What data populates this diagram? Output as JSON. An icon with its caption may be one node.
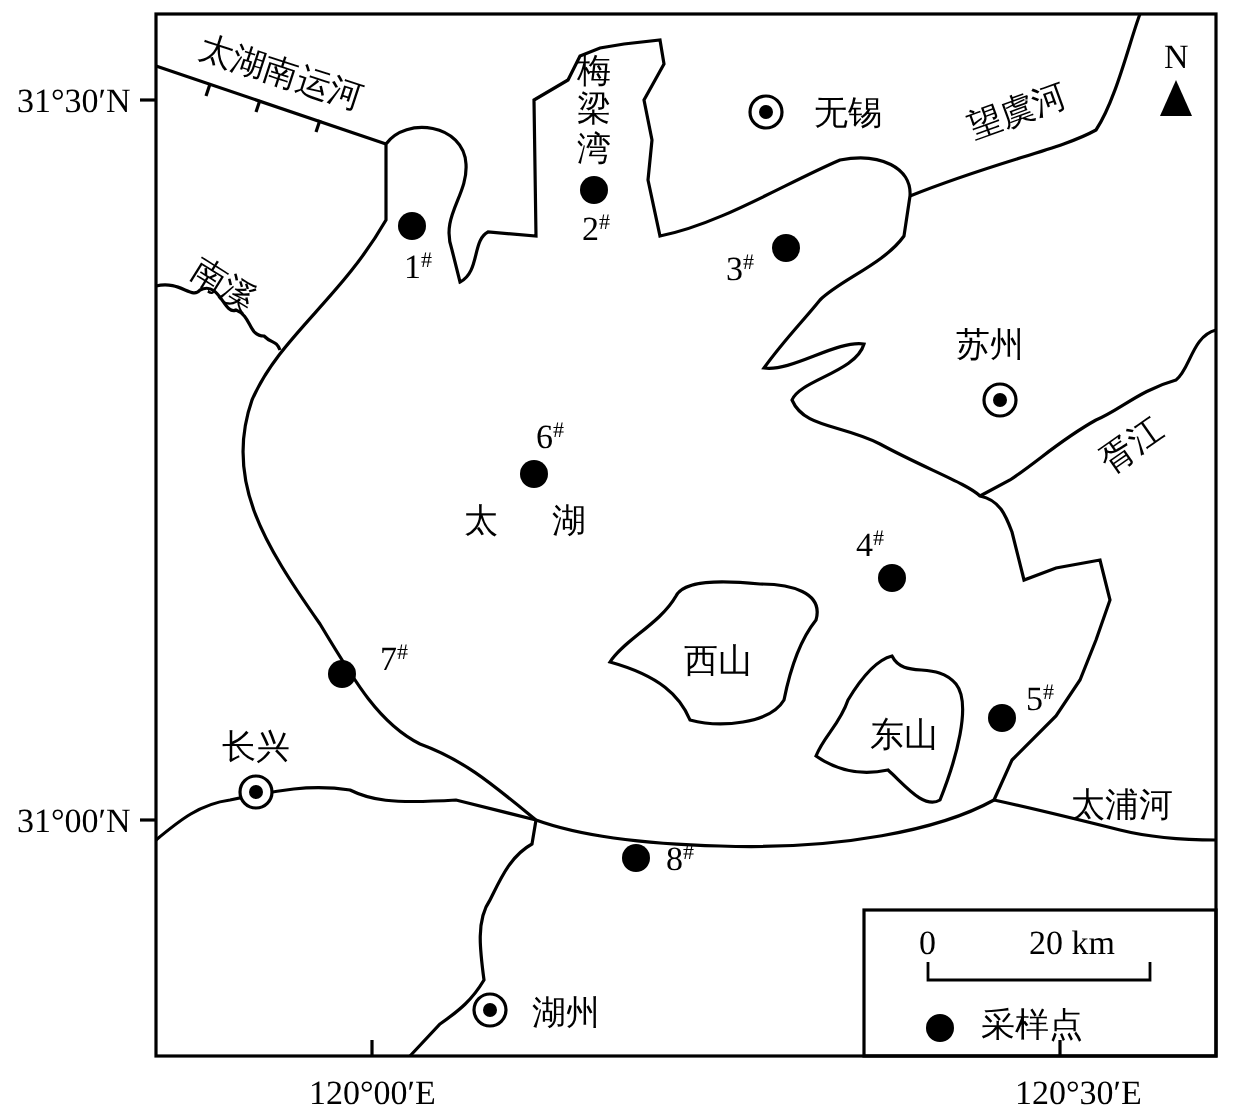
{
  "diagram": {
    "labels": [
      "31°30′N",
      "太湖南运河",
      "梅梁湾",
      "无锡",
      "望虞河",
      "N",
      "1$^{#}$",
      "2$^{#}$",
      "3$^{#}$",
      "南溪",
      "苏州",
      "6$^{#}$",
      "胥江",
      "太湖",
      "4$^{#}$",
      "西山",
      "7$^{#}$",
      "东山",
      "5$^{#}$",
      "长兴",
      "31°00′N",
      "太浦河",
      "8$^{#}$",
      "0",
      "20 km",
      "湖州",
      "120°00′E",
      "120°30′E"
    ],
    "legend": [
      {
        "text": "采样点"
      }
    ]
  }
}
